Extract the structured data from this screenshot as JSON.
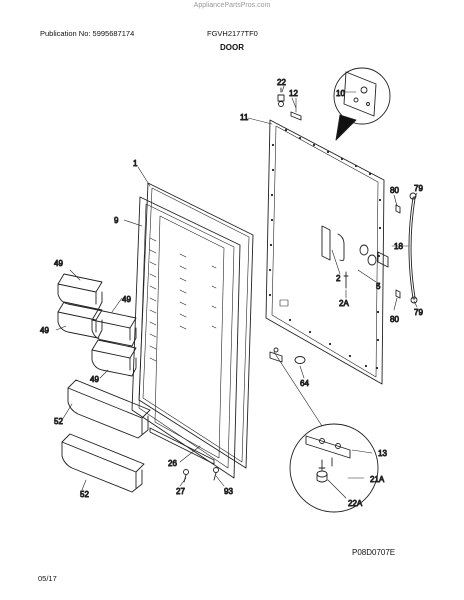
{
  "header": {
    "watermark": "AppliancePartsPros.com",
    "publication": "Publication No: 5995687174",
    "model": "FGVH2177TF0",
    "section": "DOOR"
  },
  "footer": {
    "drawing_code": "P08D0707E",
    "date": "05/17"
  },
  "callouts": {
    "c1": "1",
    "c9": "9",
    "c10": "10",
    "c11": "11",
    "c12": "12",
    "c13": "13",
    "c22": "22",
    "c49a": "49",
    "c49b": "49",
    "c49c": "49",
    "c49d": "49",
    "c52a": "52",
    "c52b": "52",
    "c26": "26",
    "c27": "27",
    "c93": "93",
    "c2": "2",
    "c5": "5",
    "c2A": "2A",
    "c64": "64",
    "c80a": "80",
    "c80b": "80",
    "c79a": "79",
    "c79b": "79",
    "c18": "18",
    "c21A": "21A",
    "c22A": "22A"
  }
}
